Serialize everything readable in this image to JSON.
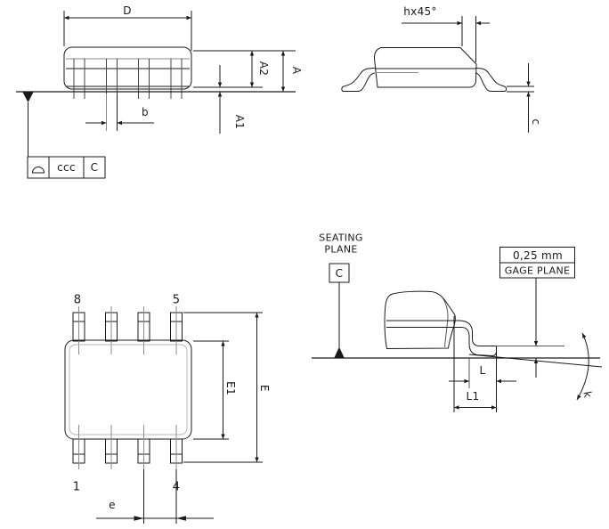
{
  "side_view": {
    "dim_d": "D",
    "dim_b": "b",
    "dim_a2": "A2",
    "dim_a": "A",
    "dim_a1": "A1",
    "datum_frame": {
      "symbol": "profile-of-surface",
      "tolerance": "ccc",
      "datum": "C"
    }
  },
  "end_view": {
    "dim_chamfer": "hx45°",
    "dim_c": "c"
  },
  "top_view": {
    "pin_top_left": "8",
    "pin_top_right": "5",
    "pin_bottom_left": "1",
    "pin_bottom_right": "4",
    "dim_e1": "E1",
    "dim_e_overall": "E",
    "dim_pitch": "e"
  },
  "detail_view": {
    "seating_plane_line1": "SEATING",
    "seating_plane_line2": "PLANE",
    "datum_label": "C",
    "gage_offset": "0,25 mm",
    "gage_plane_label": "GAGE PLANE",
    "dim_l": "L",
    "dim_l1": "L1",
    "dim_k": "k"
  },
  "colors": {
    "line": "#1a1a1a",
    "light_line": "#8a8a8a",
    "background": "#ffffff"
  }
}
